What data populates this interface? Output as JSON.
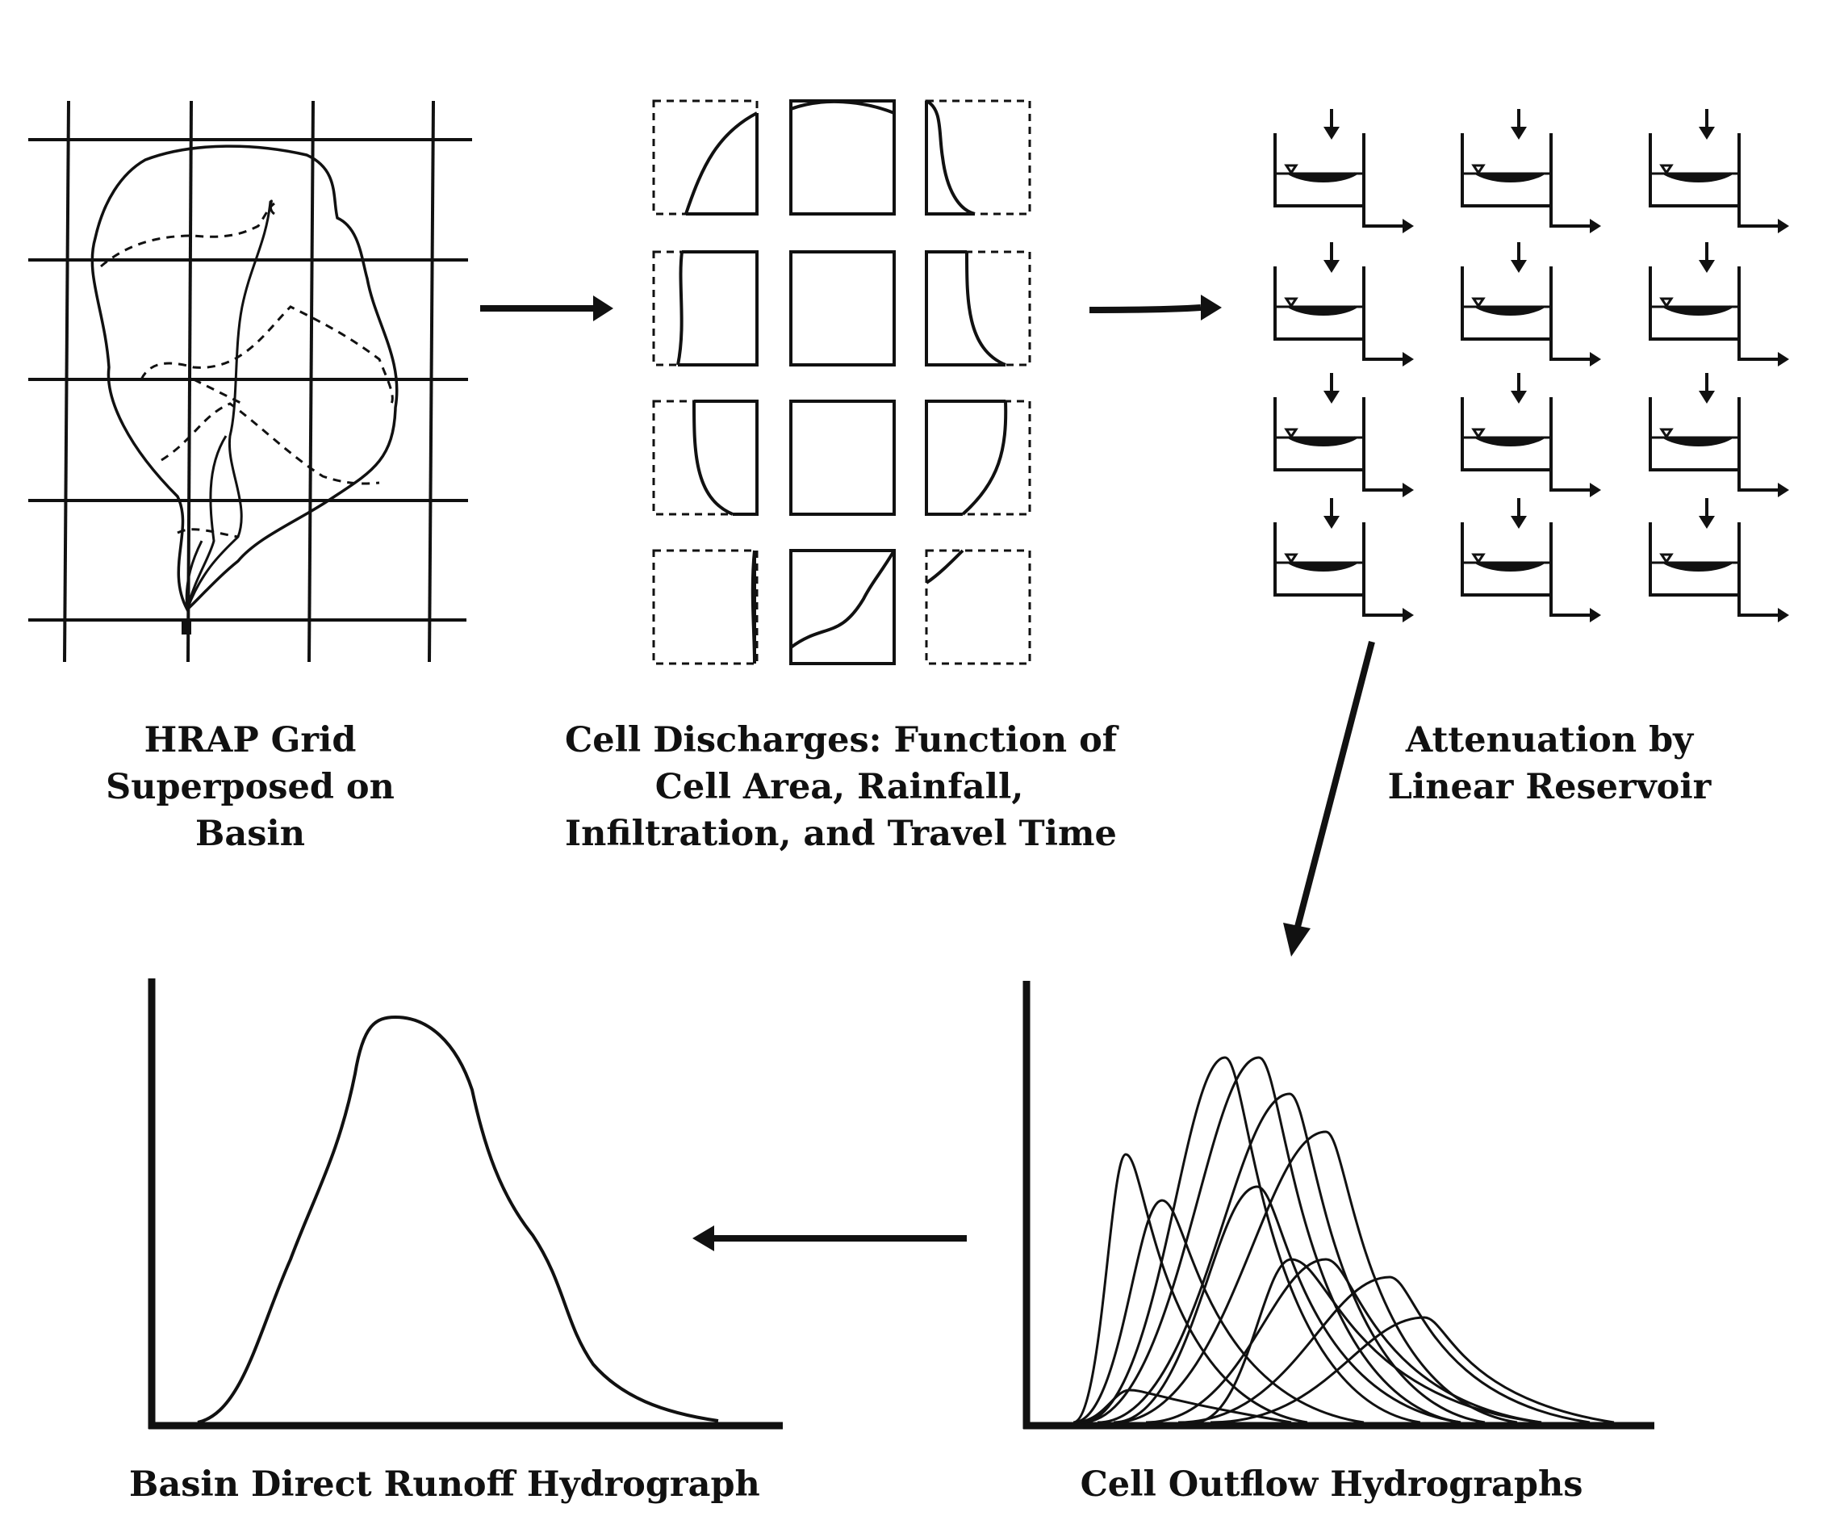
{
  "captions": {
    "hrap": [
      "HRAP Grid",
      "Superposed on",
      "Basin"
    ],
    "cells": [
      "Cell Discharges: Function of",
      "Cell Area, Rainfall,",
      "Infiltration, and Travel Time"
    ],
    "attenuation": [
      "Attenuation by",
      "Linear Reservoir"
    ],
    "basin_hydrograph": "Basin Direct Runoff Hydrograph",
    "cell_hydrographs": "Cell Outflow Hydrographs"
  },
  "colors": {
    "ink": "#111111",
    "background": "#ffffff"
  },
  "cell_grid": {
    "rows": 4,
    "cols": 3
  },
  "reservoir_grid": {
    "rows": 4,
    "cols": 3
  }
}
